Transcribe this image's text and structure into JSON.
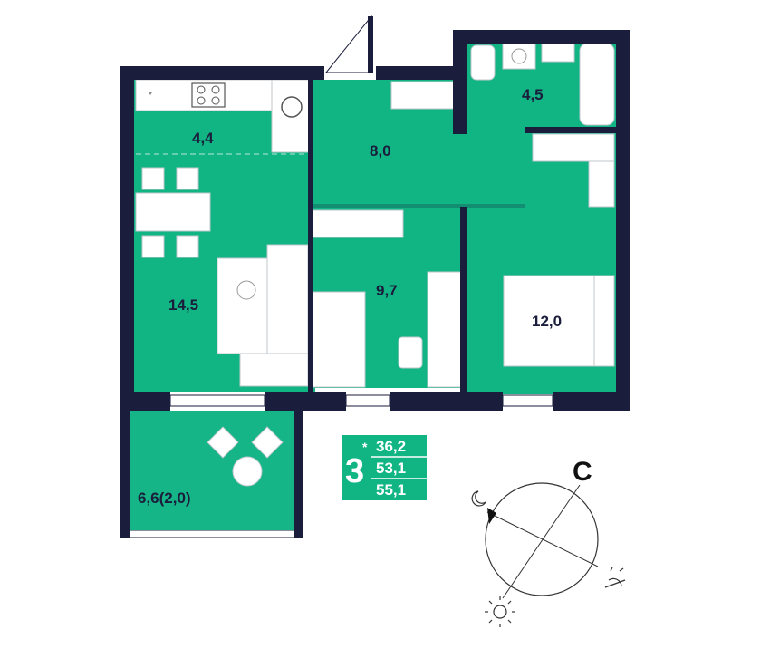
{
  "rooms": [
    {
      "id": "kitchen",
      "area": "4,4"
    },
    {
      "id": "hall",
      "area": "8,0"
    },
    {
      "id": "bathroom",
      "area": "4,5"
    },
    {
      "id": "living-room",
      "area": "14,5"
    },
    {
      "id": "study",
      "area": "9,7"
    },
    {
      "id": "bedroom",
      "area": "12,0"
    },
    {
      "id": "balcony",
      "area": "6,6(2,0)"
    }
  ],
  "summary": {
    "room_count": "3",
    "room_count_mark": "*",
    "living_area": "36,2",
    "total_area": "53,1",
    "total_with_balcony": "55,1"
  },
  "compass": {
    "north_letter": "С"
  },
  "colors": {
    "room_fill": "#11b584",
    "wall": "#1a1d3b",
    "balcony_fill": "#16b587",
    "badge_fill": "#11b584"
  }
}
